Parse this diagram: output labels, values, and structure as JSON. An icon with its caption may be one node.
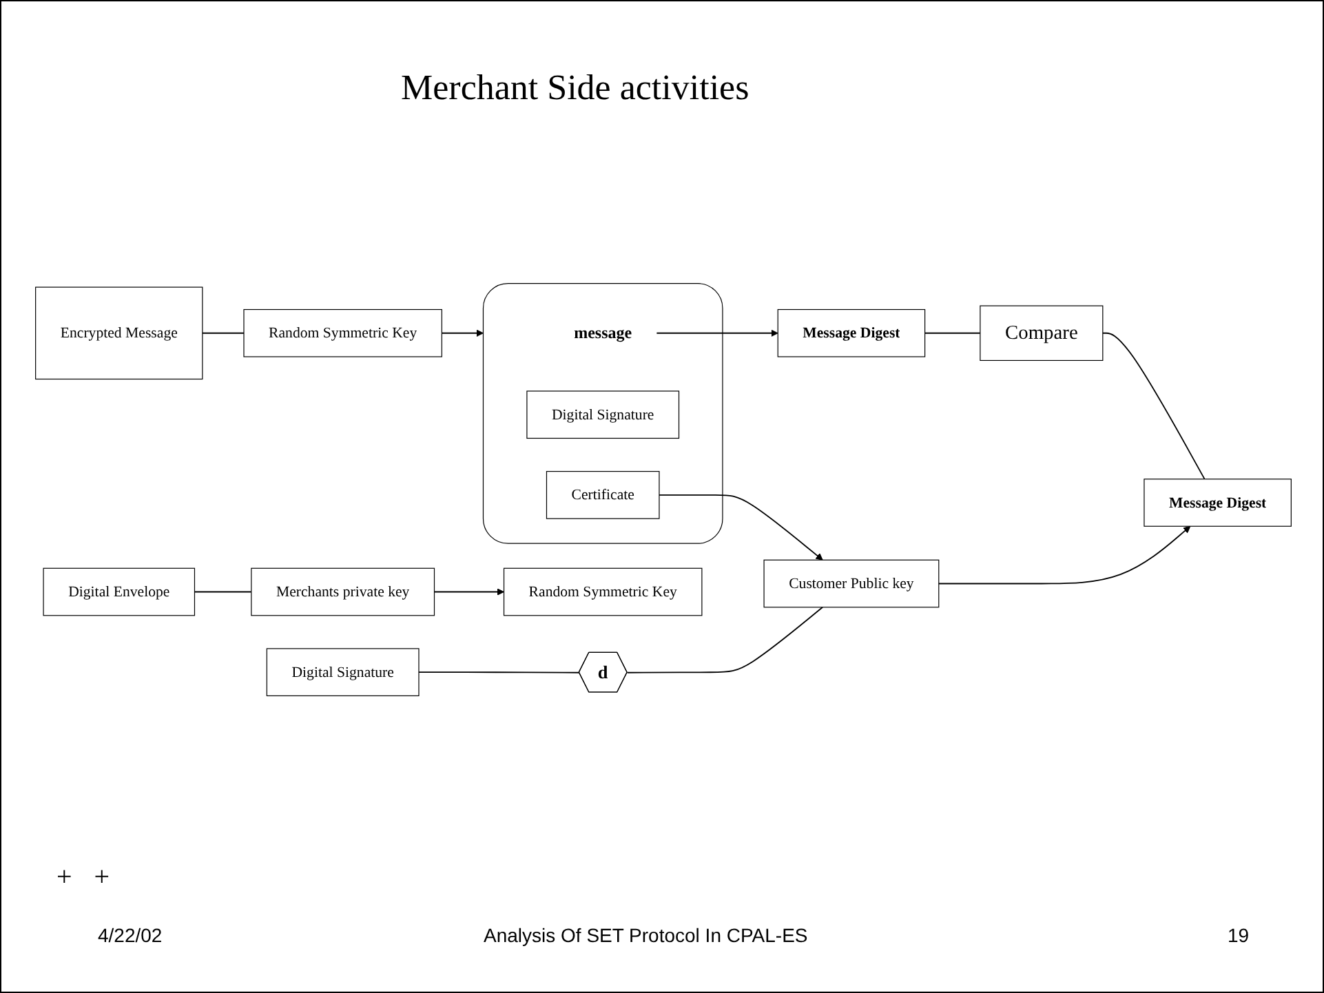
{
  "diagram": {
    "title": "Merchant Side activities",
    "nodes": [
      {
        "text": [
          "Digital Envelope"
        ]
      },
      {
        "text": [
          "Merchants private key"
        ]
      },
      {
        "text": [
          "Random Symmetric Key"
        ]
      },
      {
        "text": [
          "Encrypted Message"
        ]
      },
      {
        "text": [
          "Random Symmetric Key"
        ]
      },
      {
        "text": [],
        "shape": "brace"
      },
      {
        "text": [
          "message"
        ],
        "in": 5
      },
      {
        "text": [
          "Message Digest"
        ]
      },
      {
        "text": [
          "Digital Signature"
        ],
        "in": 5
      },
      {
        "text": [
          "Certificate"
        ],
        "in": 5
      },
      {
        "text": [
          "Compare"
        ]
      },
      {
        "text": [
          "Digital Signature"
        ]
      },
      {
        "text": [
          "d"
        ]
      },
      {
        "text": [
          "Customer Public key"
        ]
      },
      {
        "text": [
          "Message Digest"
        ]
      }
    ],
    "edges": [
      {
        "from": 0,
        "to": 1,
        "arrow": "none"
      },
      {
        "from": 1,
        "to": 2,
        "arrow": "to"
      },
      {
        "from": 3,
        "to": 4,
        "arrow": "none"
      },
      {
        "from": 4,
        "to": 5,
        "arrow": "to"
      },
      {
        "from": 6,
        "to": 7,
        "arrow": "to"
      },
      {
        "from": 9,
        "to": 13,
        "arrow": "to"
      },
      {
        "from": 7,
        "to": 10,
        "arrow": "none"
      },
      {
        "from": 10,
        "to": 14,
        "arrow": "none"
      },
      {
        "from": 11,
        "to": 12,
        "arrow": "none"
      },
      {
        "from": 12,
        "to": 13,
        "arrow": "none"
      },
      {
        "from": 13,
        "to": 14,
        "arrow": "to"
      }
    ],
    "labels": [
      "+",
      "+",
      "4/22/02",
      "Analysis Of SET Protocol In CPAL-ES",
      "19"
    ]
  }
}
